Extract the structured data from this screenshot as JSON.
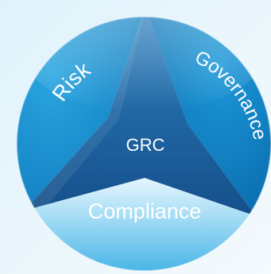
{
  "diagram": {
    "center_label": "GRC",
    "segments": [
      {
        "id": "risk",
        "label": "Risk"
      },
      {
        "id": "governance",
        "label": "Governance"
      },
      {
        "id": "compliance",
        "label": "Compliance"
      }
    ]
  },
  "colors": {
    "background": "#e6f4fb",
    "risk_fill": "#1c8fd0",
    "governance_fill": "#0b81c4",
    "compliance_fill": "#6cc6ee",
    "center_fill": "#1f63a3",
    "text": "#ffffff"
  }
}
